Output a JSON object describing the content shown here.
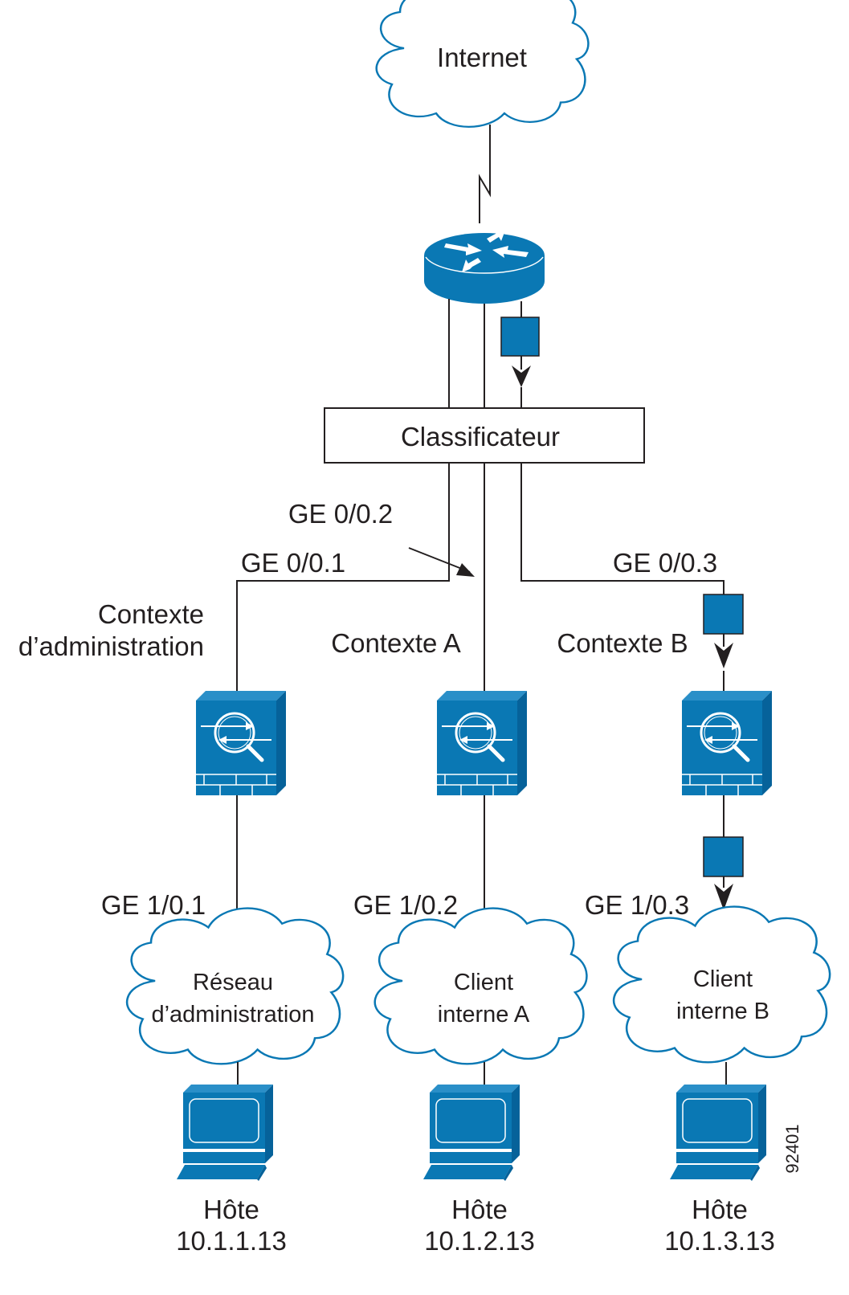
{
  "colors": {
    "device_blue": "#0a78b4",
    "line": "#231f20",
    "background": "#ffffff"
  },
  "internet": {
    "label": "Internet"
  },
  "router": {
    "icon": "router-icon"
  },
  "classifier": {
    "label": "Classificateur"
  },
  "interfaces": {
    "outside_admin": "GE 0/0.1",
    "outside_a": "GE 0/0.2",
    "outside_b": "GE 0/0.3",
    "inside_admin": "GE 1/0.1",
    "inside_a": "GE 1/0.2",
    "inside_b": "GE 1/0.3"
  },
  "contexts": {
    "admin": {
      "line1": "Contexte",
      "line2": "d’administration"
    },
    "a": {
      "label": "Contexte A"
    },
    "b": {
      "label": "Contexte B"
    }
  },
  "networks": {
    "admin": {
      "line1": "Réseau",
      "line2": "d’administration"
    },
    "a": {
      "line1": "Client",
      "line2": "interne A"
    },
    "b": {
      "line1": "Client",
      "line2": "interne B"
    }
  },
  "hosts": {
    "admin": {
      "label": "Hôte",
      "ip": "10.1.1.13"
    },
    "a": {
      "label": "Hôte",
      "ip": "10.1.2.13"
    },
    "b": {
      "label": "Hôte",
      "ip": "10.1.3.13"
    }
  },
  "figure_id": "92401"
}
